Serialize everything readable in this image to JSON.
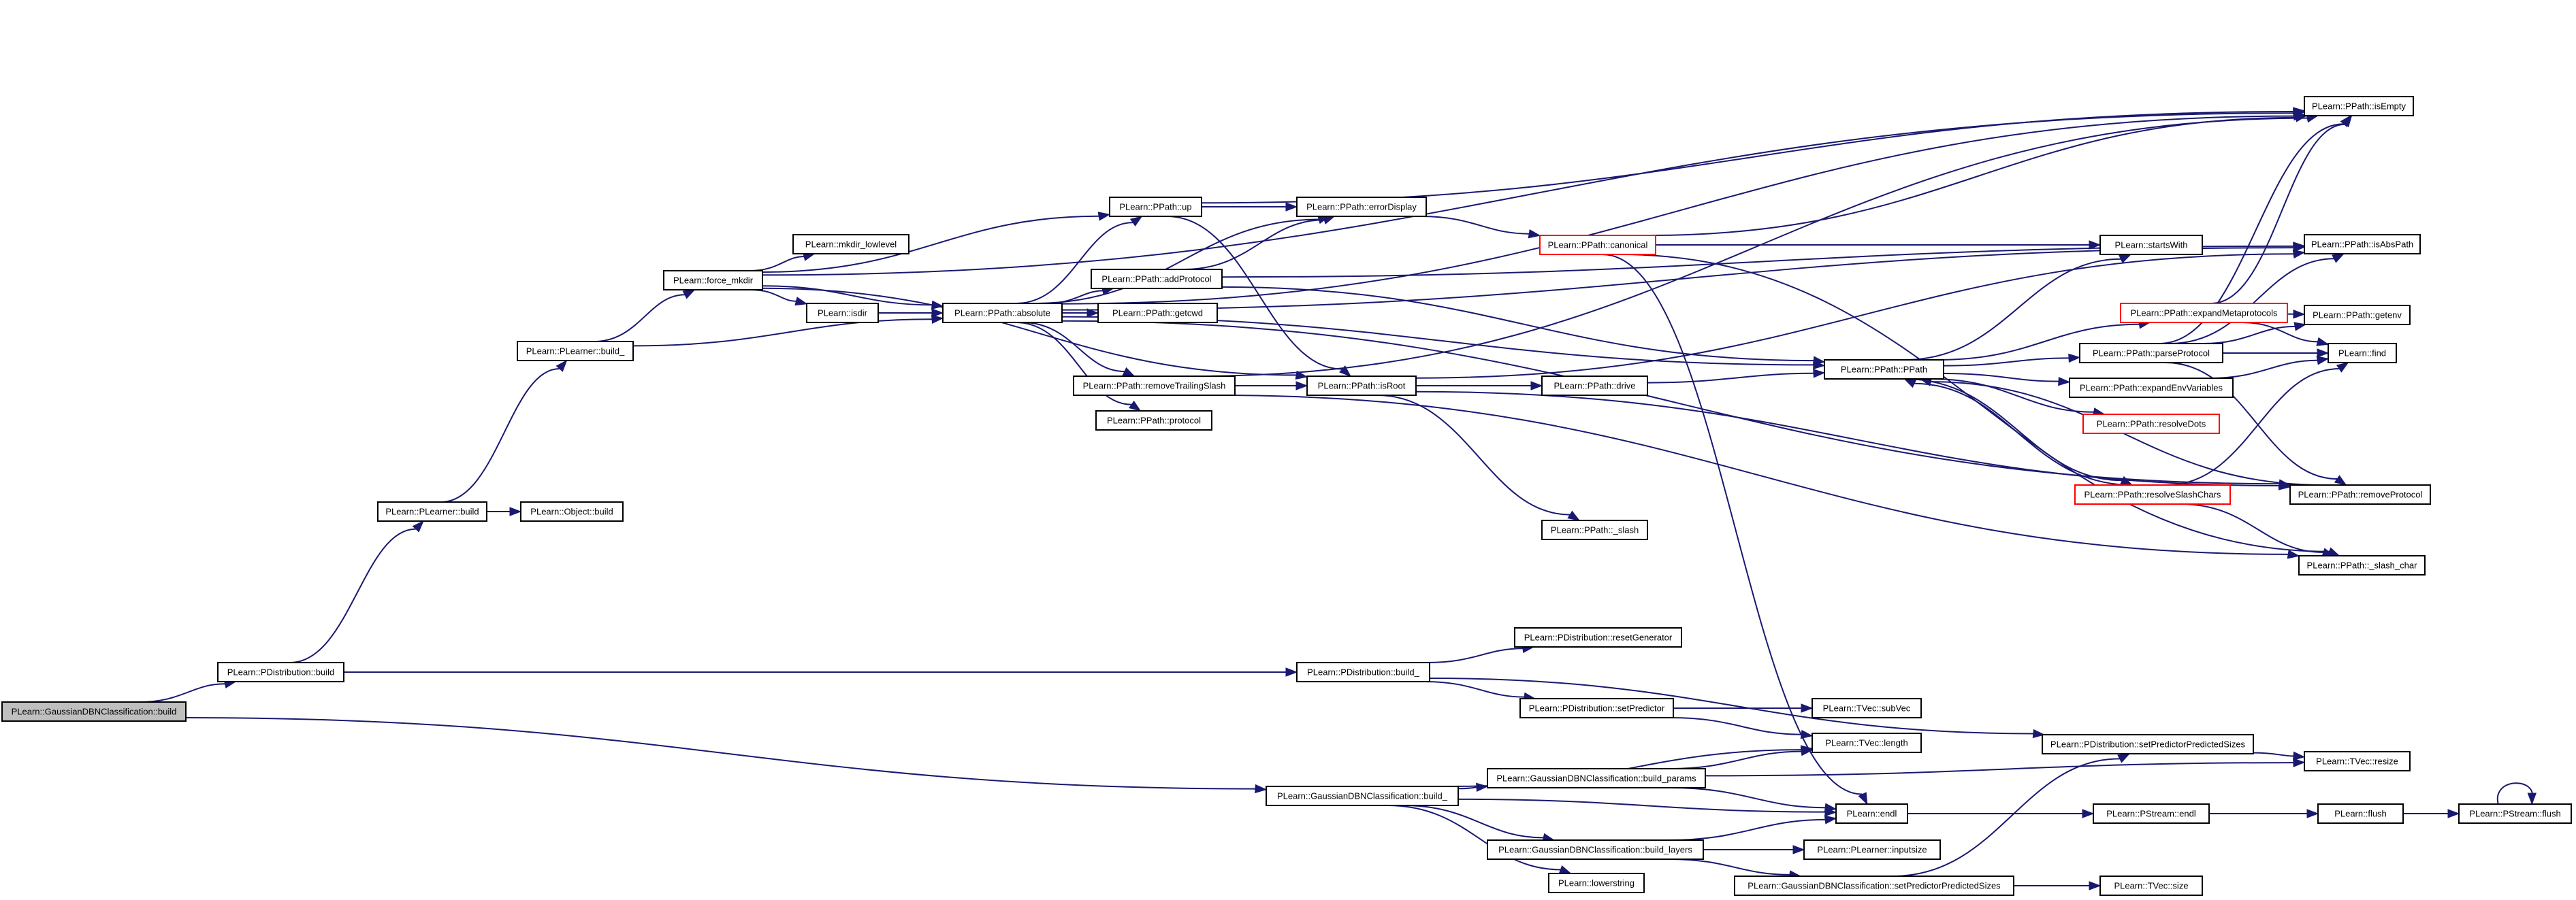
{
  "colors": {
    "edge": "#191970",
    "node_border": "#000000",
    "node_border_truncated": "#ff0000",
    "root_fill": "#bfbfbf",
    "node_fill": "#ffffff"
  },
  "nodes": [
    {
      "id": "gdbn_build",
      "label": "PLearn::GaussianDBNClassification::build",
      "root": true
    },
    {
      "id": "pdist_build",
      "label": "PLearn::PDistribution::build"
    },
    {
      "id": "plearner_build",
      "label": "PLearn::PLearner::build"
    },
    {
      "id": "object_build",
      "label": "PLearn::Object::build"
    },
    {
      "id": "plearner_build_",
      "label": "PLearn::PLearner::build_"
    },
    {
      "id": "force_mkdir",
      "label": "PLearn::force_mkdir"
    },
    {
      "id": "mkdir_lowlevel",
      "label": "PLearn::mkdir_lowlevel"
    },
    {
      "id": "isdir",
      "label": "PLearn::isdir"
    },
    {
      "id": "absolute",
      "label": "PLearn::PPath::absolute"
    },
    {
      "id": "up",
      "label": "PLearn::PPath::up"
    },
    {
      "id": "addProtocol",
      "label": "PLearn::PPath::addProtocol"
    },
    {
      "id": "getcwd",
      "label": "PLearn::PPath::getcwd"
    },
    {
      "id": "removeTrailingSlash",
      "label": "PLearn::PPath::removeTrailingSlash"
    },
    {
      "id": "protocol",
      "label": "PLearn::PPath::protocol"
    },
    {
      "id": "errorDisplay",
      "label": "PLearn::PPath::errorDisplay"
    },
    {
      "id": "isRoot",
      "label": "PLearn::PPath::isRoot"
    },
    {
      "id": "drive",
      "label": "PLearn::PPath::drive"
    },
    {
      "id": "slash",
      "label": "PLearn::PPath::_slash"
    },
    {
      "id": "canonical",
      "label": "PLearn::PPath::canonical",
      "truncated": true
    },
    {
      "id": "startsWith",
      "label": "PLearn::startsWith"
    },
    {
      "id": "ppath",
      "label": "PLearn::PPath::PPath"
    },
    {
      "id": "expandMetaprotocols",
      "label": "PLearn::PPath::expandMetaprotocols",
      "truncated": true
    },
    {
      "id": "parseProtocol",
      "label": "PLearn::PPath::parseProtocol"
    },
    {
      "id": "expandEnvVariables",
      "label": "PLearn::PPath::expandEnvVariables"
    },
    {
      "id": "resolveDots",
      "label": "PLearn::PPath::resolveDots",
      "truncated": true
    },
    {
      "id": "resolveSlashChars",
      "label": "PLearn::PPath::resolveSlashChars",
      "truncated": true
    },
    {
      "id": "isEmpty",
      "label": "PLearn::PPath::isEmpty"
    },
    {
      "id": "isAbsPath",
      "label": "PLearn::PPath::isAbsPath"
    },
    {
      "id": "getenv",
      "label": "PLearn::PPath::getenv"
    },
    {
      "id": "find",
      "label": "PLearn::find"
    },
    {
      "id": "removeProtocol",
      "label": "PLearn::PPath::removeProtocol"
    },
    {
      "id": "slash_char",
      "label": "PLearn::PPath::_slash_char"
    },
    {
      "id": "pdist_build_",
      "label": "PLearn::PDistribution::build_"
    },
    {
      "id": "resetGenerator",
      "label": "PLearn::PDistribution::resetGenerator"
    },
    {
      "id": "setPredictor",
      "label": "PLearn::PDistribution::setPredictor"
    },
    {
      "id": "subVec",
      "label": "PLearn::TVec::subVec"
    },
    {
      "id": "length",
      "label": "PLearn::TVec::length"
    },
    {
      "id": "setPredictorPredictedSizes",
      "label": "PLearn::PDistribution::setPredictorPredictedSizes"
    },
    {
      "id": "resize",
      "label": "PLearn::TVec::resize"
    },
    {
      "id": "gdbn_build_",
      "label": "PLearn::GaussianDBNClassification::build_"
    },
    {
      "id": "build_params",
      "label": "PLearn::GaussianDBNClassification::build_params"
    },
    {
      "id": "build_layers",
      "label": "PLearn::GaussianDBNClassification::build_layers"
    },
    {
      "id": "lowerstring",
      "label": "PLearn::lowerstring"
    },
    {
      "id": "endl",
      "label": "PLearn::endl"
    },
    {
      "id": "pstream_endl",
      "label": "PLearn::PStream::endl"
    },
    {
      "id": "flush",
      "label": "PLearn::flush"
    },
    {
      "id": "pstream_flush",
      "label": "PLearn::PStream::flush"
    },
    {
      "id": "inputsize",
      "label": "PLearn::PLearner::inputsize"
    },
    {
      "id": "gdbn_setPPS",
      "label": "PLearn::GaussianDBNClassification::setPredictorPredictedSizes"
    },
    {
      "id": "tvec_size",
      "label": "PLearn::TVec::size"
    }
  ],
  "edges": [
    [
      "gdbn_build",
      "pdist_build"
    ],
    [
      "gdbn_build",
      "gdbn_build_"
    ],
    [
      "pdist_build",
      "plearner_build"
    ],
    [
      "pdist_build",
      "pdist_build_"
    ],
    [
      "plearner_build",
      "object_build"
    ],
    [
      "plearner_build",
      "plearner_build_"
    ],
    [
      "plearner_build_",
      "force_mkdir"
    ],
    [
      "plearner_build_",
      "absolute"
    ],
    [
      "force_mkdir",
      "mkdir_lowlevel"
    ],
    [
      "force_mkdir",
      "isdir"
    ],
    [
      "force_mkdir",
      "absolute"
    ],
    [
      "force_mkdir",
      "up"
    ],
    [
      "force_mkdir",
      "isRoot"
    ],
    [
      "force_mkdir",
      "isEmpty"
    ],
    [
      "isdir",
      "absolute"
    ],
    [
      "absolute",
      "up"
    ],
    [
      "absolute",
      "addProtocol"
    ],
    [
      "absolute",
      "getcwd"
    ],
    [
      "absolute",
      "removeTrailingSlash"
    ],
    [
      "absolute",
      "protocol"
    ],
    [
      "absolute",
      "errorDisplay"
    ],
    [
      "absolute",
      "ppath"
    ],
    [
      "absolute",
      "isEmpty"
    ],
    [
      "absolute",
      "isAbsPath"
    ],
    [
      "absolute",
      "removeProtocol"
    ],
    [
      "up",
      "errorDisplay"
    ],
    [
      "up",
      "isRoot"
    ],
    [
      "up",
      "isEmpty"
    ],
    [
      "addProtocol",
      "errorDisplay"
    ],
    [
      "addProtocol",
      "ppath"
    ],
    [
      "addProtocol",
      "isAbsPath"
    ],
    [
      "removeTrailingSlash",
      "isRoot"
    ],
    [
      "removeTrailingSlash",
      "isEmpty"
    ],
    [
      "removeTrailingSlash",
      "slash_char"
    ],
    [
      "errorDisplay",
      "canonical"
    ],
    [
      "isRoot",
      "drive"
    ],
    [
      "isRoot",
      "slash"
    ],
    [
      "isRoot",
      "isAbsPath"
    ],
    [
      "isRoot",
      "removeProtocol"
    ],
    [
      "drive",
      "ppath"
    ],
    [
      "canonical",
      "startsWith"
    ],
    [
      "canonical",
      "isEmpty"
    ],
    [
      "canonical",
      "slash_char"
    ],
    [
      "canonical",
      "endl"
    ],
    [
      "ppath",
      "startsWith"
    ],
    [
      "ppath",
      "expandMetaprotocols"
    ],
    [
      "ppath",
      "parseProtocol"
    ],
    [
      "ppath",
      "expandEnvVariables"
    ],
    [
      "ppath",
      "resolveDots"
    ],
    [
      "ppath",
      "resolveSlashChars"
    ],
    [
      "expandMetaprotocols",
      "isEmpty"
    ],
    [
      "expandMetaprotocols",
      "getenv"
    ],
    [
      "expandMetaprotocols",
      "find"
    ],
    [
      "parseProtocol",
      "isEmpty"
    ],
    [
      "parseProtocol",
      "isAbsPath"
    ],
    [
      "parseProtocol",
      "getenv"
    ],
    [
      "parseProtocol",
      "find"
    ],
    [
      "parseProtocol",
      "removeProtocol"
    ],
    [
      "expandEnvVariables",
      "find"
    ],
    [
      "resolveSlashChars",
      "ppath"
    ],
    [
      "resolveSlashChars",
      "find"
    ],
    [
      "resolveSlashChars",
      "slash_char"
    ],
    [
      "removeProtocol",
      "ppath"
    ],
    [
      "pdist_build_",
      "resetGenerator"
    ],
    [
      "pdist_build_",
      "setPredictor"
    ],
    [
      "pdist_build_",
      "setPredictorPredictedSizes"
    ],
    [
      "setPredictor",
      "subVec"
    ],
    [
      "setPredictor",
      "length"
    ],
    [
      "setPredictorPredictedSizes",
      "resize"
    ],
    [
      "gdbn_build_",
      "length"
    ],
    [
      "gdbn_build_",
      "build_params"
    ],
    [
      "gdbn_build_",
      "endl"
    ],
    [
      "gdbn_build_",
      "build_layers"
    ],
    [
      "gdbn_build_",
      "lowerstring"
    ],
    [
      "build_params",
      "length"
    ],
    [
      "build_params",
      "resize"
    ],
    [
      "build_params",
      "endl"
    ],
    [
      "build_layers",
      "endl"
    ],
    [
      "build_layers",
      "inputsize"
    ],
    [
      "build_layers",
      "gdbn_setPPS"
    ],
    [
      "gdbn_setPPS",
      "setPredictorPredictedSizes"
    ],
    [
      "gdbn_setPPS",
      "tvec_size"
    ],
    [
      "endl",
      "pstream_endl"
    ],
    [
      "pstream_endl",
      "flush"
    ],
    [
      "flush",
      "pstream_flush"
    ],
    [
      "pstream_flush",
      "pstream_flush"
    ]
  ]
}
